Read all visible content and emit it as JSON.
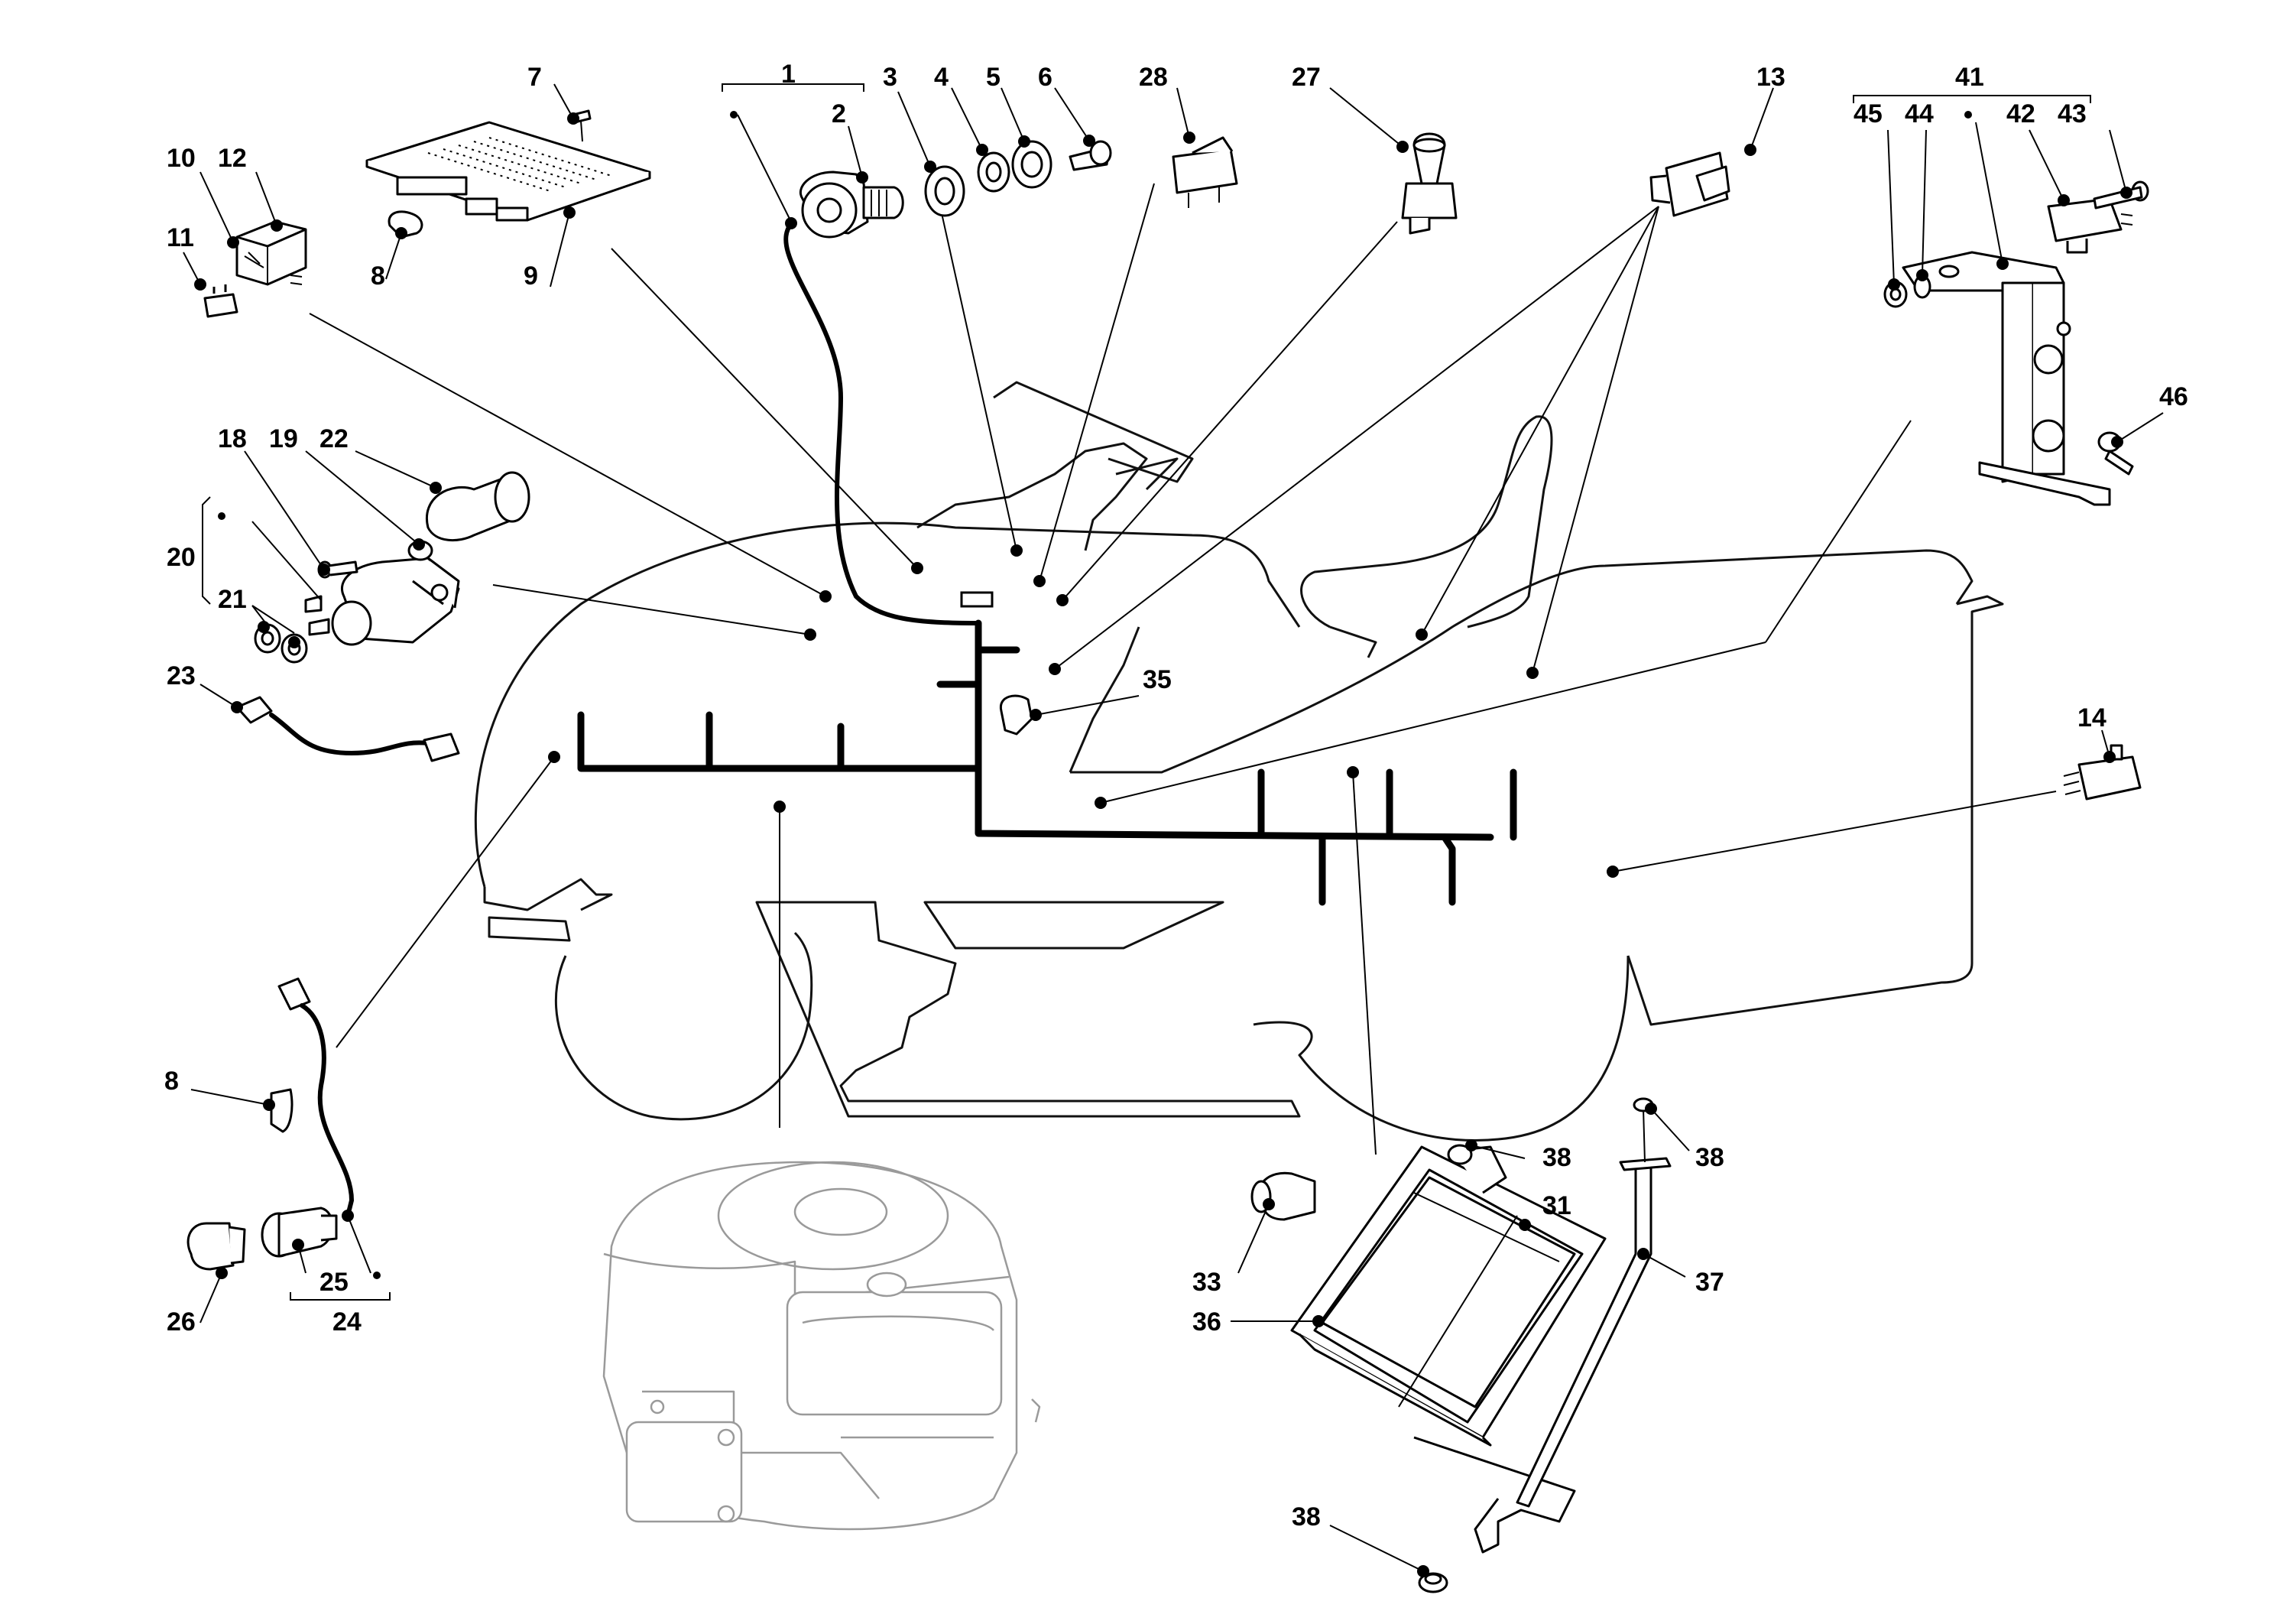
{
  "callouts": [
    {
      "id": "c1",
      "text": "1"
    },
    {
      "id": "c2",
      "text": "2"
    },
    {
      "id": "c3",
      "text": "3"
    },
    {
      "id": "c4",
      "text": "4"
    },
    {
      "id": "c5",
      "text": "5"
    },
    {
      "id": "c6",
      "text": "6"
    },
    {
      "id": "c7",
      "text": "7"
    },
    {
      "id": "c8a",
      "text": "8"
    },
    {
      "id": "c8b",
      "text": "8"
    },
    {
      "id": "c9",
      "text": "9"
    },
    {
      "id": "c10",
      "text": "10"
    },
    {
      "id": "c11",
      "text": "11"
    },
    {
      "id": "c12",
      "text": "12"
    },
    {
      "id": "c13",
      "text": "13"
    },
    {
      "id": "c14",
      "text": "14"
    },
    {
      "id": "c18",
      "text": "18"
    },
    {
      "id": "c19",
      "text": "19"
    },
    {
      "id": "c20",
      "text": "20"
    },
    {
      "id": "c21",
      "text": "21"
    },
    {
      "id": "c22",
      "text": "22"
    },
    {
      "id": "c23",
      "text": "23"
    },
    {
      "id": "c24",
      "text": "24"
    },
    {
      "id": "c25",
      "text": "25"
    },
    {
      "id": "c26",
      "text": "26"
    },
    {
      "id": "c27",
      "text": "27"
    },
    {
      "id": "c28",
      "text": "28"
    },
    {
      "id": "c31",
      "text": "31"
    },
    {
      "id": "c33",
      "text": "33"
    },
    {
      "id": "c35",
      "text": "35"
    },
    {
      "id": "c36",
      "text": "36"
    },
    {
      "id": "c37",
      "text": "37"
    },
    {
      "id": "c38a",
      "text": "38"
    },
    {
      "id": "c38b",
      "text": "38"
    },
    {
      "id": "c38c",
      "text": "38"
    },
    {
      "id": "c41",
      "text": "41"
    },
    {
      "id": "c42",
      "text": "42"
    },
    {
      "id": "c43",
      "text": "43"
    },
    {
      "id": "c44",
      "text": "44"
    },
    {
      "id": "c45",
      "text": "45"
    },
    {
      "id": "c46",
      "text": "46"
    }
  ]
}
